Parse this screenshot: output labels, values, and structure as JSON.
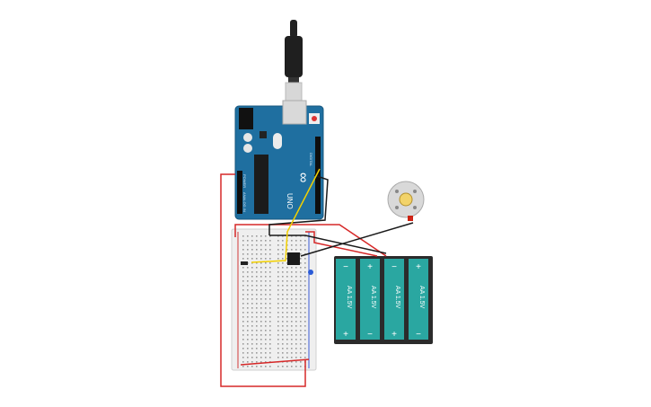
{
  "canvas": {
    "background": "#ffffff"
  },
  "arduino": {
    "logo_text": "∞",
    "board_label": "UNO",
    "pin_label_digital": "DIGITAL",
    "pin_label_analog": "ANALOG IN",
    "pin_label_power": "POWER",
    "color_board": "#1f6fa0",
    "color_usb": "#cfcfcf",
    "color_cable": "#222222"
  },
  "motor": {
    "icon": "dc-motor-icon",
    "color_body": "#d8d8d8",
    "color_shaft": "#f2d36a"
  },
  "battery_pack": {
    "cells": [
      {
        "label": "AA 1.5V",
        "top_sign": "−",
        "bottom_sign": "+"
      },
      {
        "label": "AA 1.5V",
        "top_sign": "+",
        "bottom_sign": "−"
      },
      {
        "label": "AA 1.5V",
        "top_sign": "−",
        "bottom_sign": "+"
      },
      {
        "label": "AA 1.5V",
        "top_sign": "+",
        "bottom_sign": "−"
      }
    ],
    "color_case": "#2b2b2b",
    "color_cell": "#2aa7a1"
  },
  "breadboard": {
    "color_body": "#efefef",
    "color_rail_red": "#d23a3a",
    "color_rail_blue": "#3b5bd6"
  },
  "wires": {
    "red": "#d62828",
    "black": "#1a1a1a",
    "yellow": "#f2d000"
  },
  "chip": {
    "name": "motor-driver-chip-icon",
    "color": "#1a1a1a"
  }
}
